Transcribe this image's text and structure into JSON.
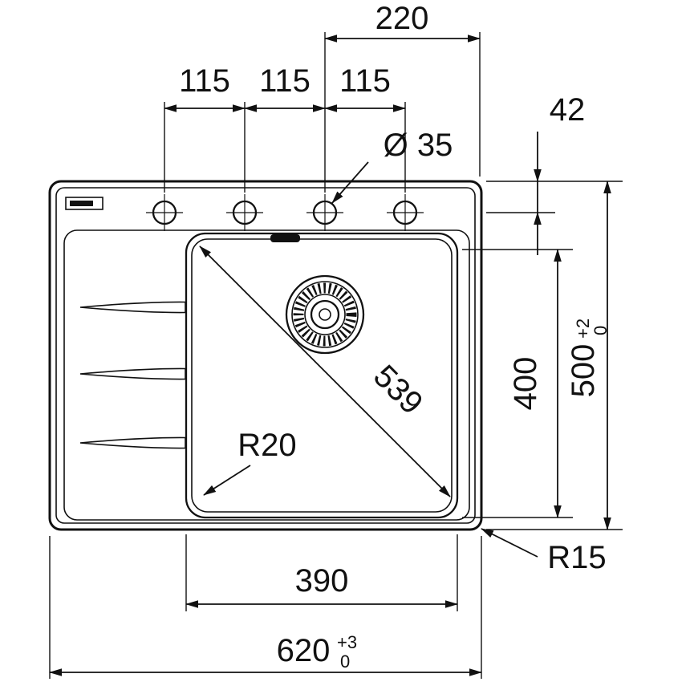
{
  "colors": {
    "line": "#111111",
    "background": "#ffffff"
  },
  "labels": {
    "top_span": "220",
    "hole_pitch_1": "115",
    "hole_pitch_2": "115",
    "hole_pitch_3": "115",
    "hole_diameter": "Ø 35",
    "top_edge_to_holes": "42",
    "bowl_depth": "400",
    "overall_depth": "500",
    "overall_depth_tol_upper": "+2",
    "overall_depth_tol_lower": "0",
    "bowl_diagonal": "539",
    "bowl_corner_radius": "R20",
    "outer_corner_radius": "R15",
    "bowl_width": "390",
    "overall_width": "620",
    "overall_width_tol_upper": "+3",
    "overall_width_tol_lower": "0"
  }
}
